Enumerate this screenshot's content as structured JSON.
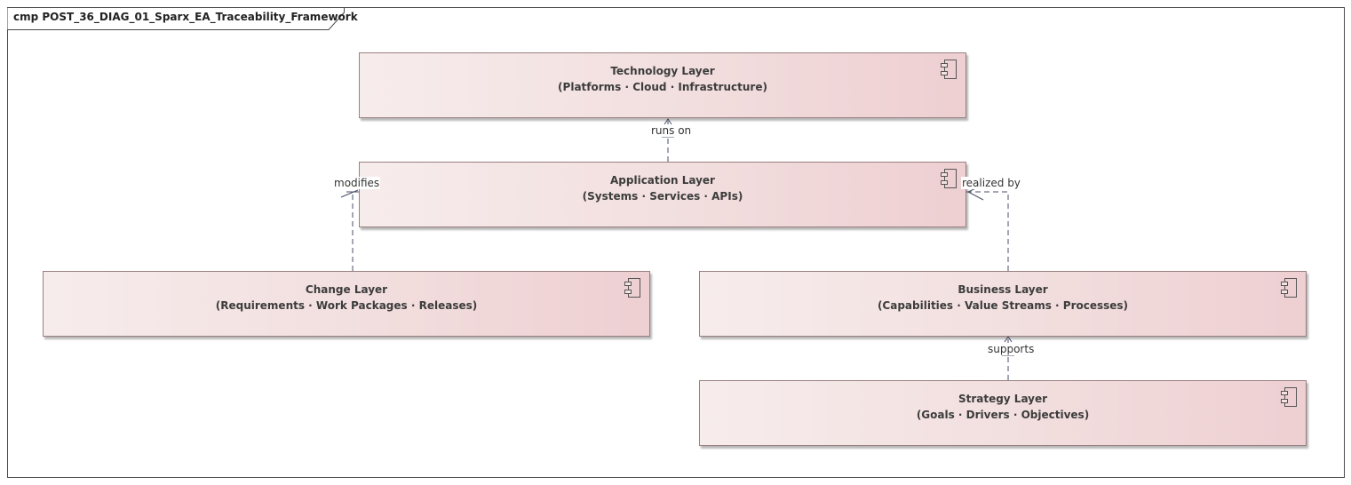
{
  "frame": {
    "title": "cmp POST_36_DIAG_01_Sparx_EA_Traceability_Framework"
  },
  "colors": {
    "fill_left": "#f7ecec",
    "fill_right": "#eecfd2",
    "border": "#9a8080",
    "connector": "#4a4f6a"
  },
  "components": {
    "technology": {
      "name": "Technology Layer",
      "detail": "(Platforms · Cloud · Infrastructure)",
      "icon": "component-icon"
    },
    "application": {
      "name": "Application Layer",
      "detail": "(Systems · Services · APIs)",
      "icon": "component-icon"
    },
    "change": {
      "name": "Change Layer",
      "detail": "(Requirements · Work Packages · Releases)",
      "icon": "component-icon"
    },
    "business": {
      "name": "Business Layer",
      "detail": "(Capabilities · Value Streams · Processes)",
      "icon": "component-icon"
    },
    "strategy": {
      "name": "Strategy Layer",
      "detail": "(Goals · Drivers · Objectives)",
      "icon": "component-icon"
    }
  },
  "connectors": {
    "runs_on": "runs on",
    "modifies": "modifies",
    "realized_by": "realized by",
    "supports": "supports"
  }
}
